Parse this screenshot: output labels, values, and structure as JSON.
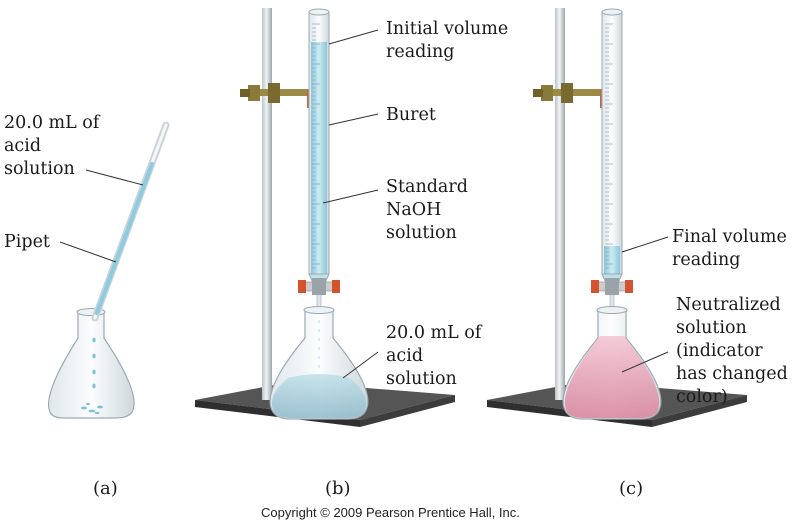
{
  "panel_a": {
    "label_acid": "20.0 mL of\nacid\nsolution",
    "label_pipet": "Pipet",
    "caption": "(a)"
  },
  "panel_b": {
    "label_initial": "Initial volume\nreading",
    "label_buret": "Buret",
    "label_naoh": "Standard\nNaOH\nsolution",
    "label_acid": "20.0 mL of\nacid\nsolution",
    "caption": "(b)"
  },
  "panel_c": {
    "label_final": "Final volume\nreading",
    "label_neutralized": "Neutralized\nsolution\n(indicator\nhas changed\ncolor)",
    "caption": "(c)"
  },
  "copyright": "Copyright © 2009 Pearson Prentice Hall, Inc.",
  "colors": {
    "solution_blue": "#a9d6e3",
    "solution_pink": "#e9a6bd",
    "base_plate": "#4a4a4a",
    "clamp_brass": "#8a7a3a",
    "clamp_orange": "#c8643e"
  }
}
